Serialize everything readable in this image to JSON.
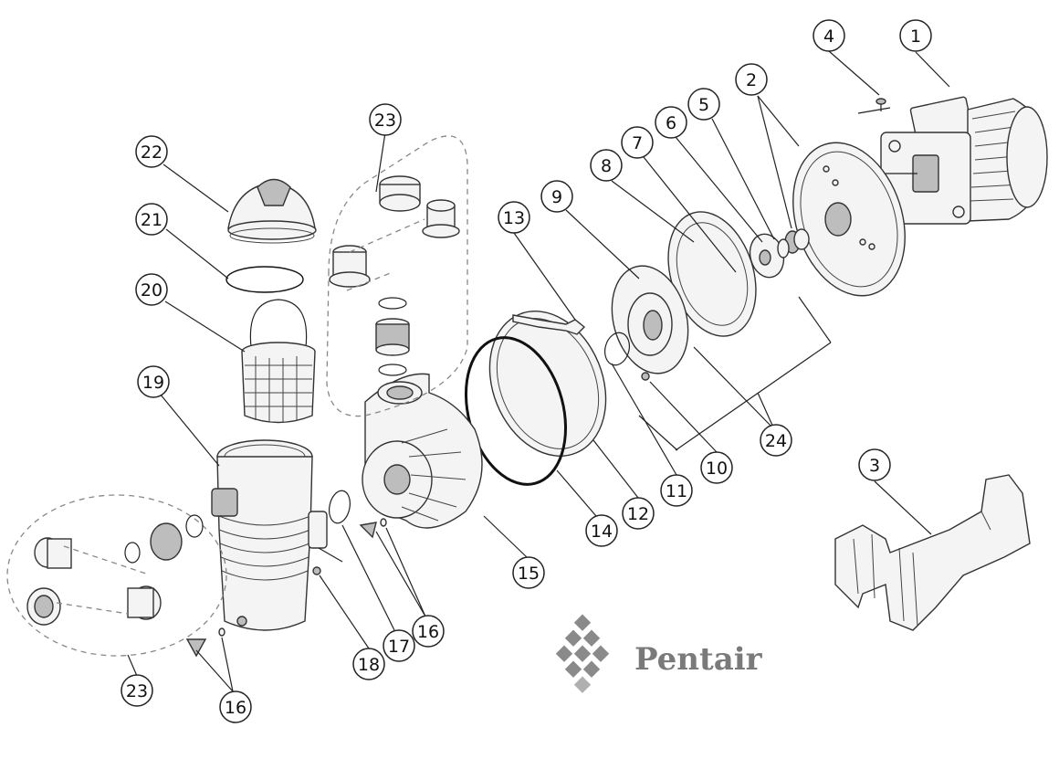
{
  "brand": {
    "name": "Pentair",
    "color": "#7a7a7a",
    "logo_icon": "pentair-diamond-logo-icon"
  },
  "diagram": {
    "callouts": [
      {
        "id": "c1",
        "label": "1"
      },
      {
        "id": "c2",
        "label": "2"
      },
      {
        "id": "c3",
        "label": "3"
      },
      {
        "id": "c4",
        "label": "4"
      },
      {
        "id": "c5",
        "label": "5"
      },
      {
        "id": "c6",
        "label": "6"
      },
      {
        "id": "c7",
        "label": "7"
      },
      {
        "id": "c8",
        "label": "8"
      },
      {
        "id": "c9",
        "label": "9"
      },
      {
        "id": "c10",
        "label": "10"
      },
      {
        "id": "c11",
        "label": "11"
      },
      {
        "id": "c12",
        "label": "12"
      },
      {
        "id": "c13",
        "label": "13"
      },
      {
        "id": "c14",
        "label": "14"
      },
      {
        "id": "c15",
        "label": "15"
      },
      {
        "id": "c16a",
        "label": "16"
      },
      {
        "id": "c16b",
        "label": "16"
      },
      {
        "id": "c17",
        "label": "17"
      },
      {
        "id": "c18",
        "label": "18"
      },
      {
        "id": "c19",
        "label": "19"
      },
      {
        "id": "c20",
        "label": "20"
      },
      {
        "id": "c21",
        "label": "21"
      },
      {
        "id": "c22",
        "label": "22"
      },
      {
        "id": "c23a",
        "label": "23"
      },
      {
        "id": "c23b",
        "label": "23"
      },
      {
        "id": "c24",
        "label": "24"
      }
    ]
  }
}
